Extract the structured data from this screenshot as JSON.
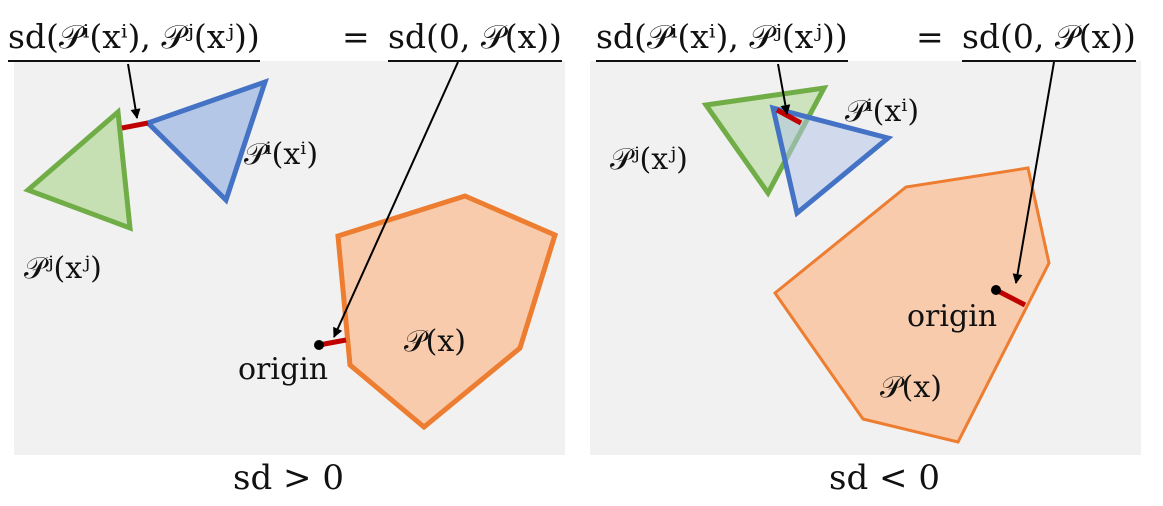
{
  "panels": [
    {
      "id": "left",
      "header": {
        "lhs": "sd(𝒫ⁱ(xⁱ), 𝒫ʲ(xʲ))",
        "eq": "=",
        "rhs": "sd(0, 𝒫(x))"
      },
      "labels": {
        "blue_tri": "𝒫ⁱ(xⁱ)",
        "green_tri": "𝒫ʲ(xʲ)",
        "polygon": "𝒫(x)",
        "origin": "origin"
      },
      "caption": "sd > 0"
    },
    {
      "id": "right",
      "header": {
        "lhs": "sd(𝒫ⁱ(xⁱ), 𝒫ʲ(xʲ))",
        "eq": "=",
        "rhs": "sd(0, 𝒫(x))"
      },
      "labels": {
        "blue_tri": "𝒫ⁱ(xⁱ)",
        "green_tri": "𝒫ʲ(xʲ)",
        "polygon": "𝒫(x)",
        "origin": "origin"
      },
      "caption": "sd < 0"
    }
  ],
  "colors": {
    "green_fill": "#c6e0b4",
    "green_stroke": "#70ad47",
    "blue_fill": "#b4c7e7",
    "blue_stroke": "#4472c4",
    "orange_fill": "#f8cbad",
    "orange_stroke": "#ed7d31",
    "distance_segment": "#c00000",
    "panel_bg": "#f1f1f1"
  }
}
